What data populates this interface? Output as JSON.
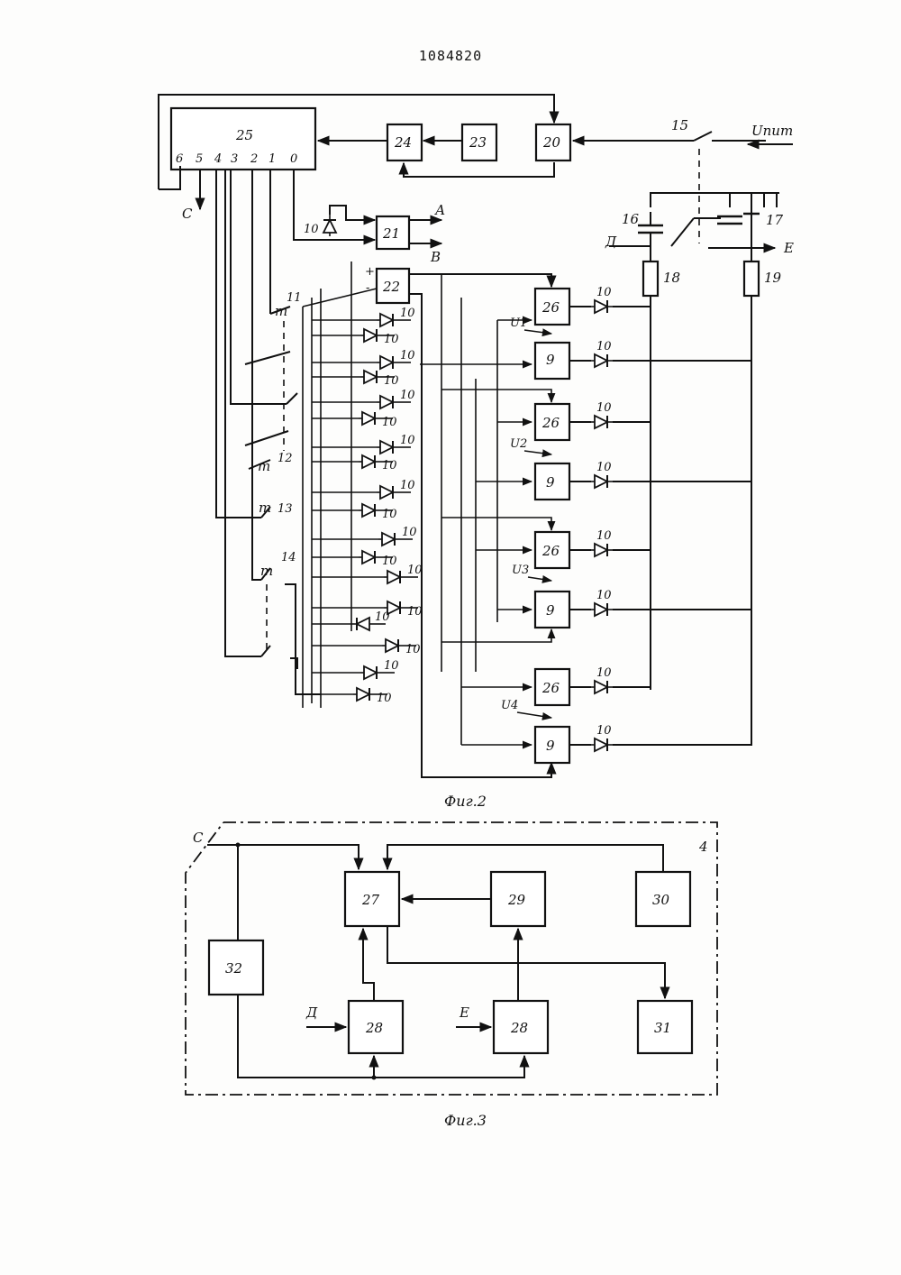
{
  "patent_number": "1084820",
  "fig2": {
    "caption": "Фиг.2",
    "block_25": {
      "label": "25",
      "pins": [
        "6",
        "5",
        "4",
        "3",
        "2",
        "1",
        "0"
      ]
    },
    "blocks_top": [
      "24",
      "23",
      "20",
      "21",
      "22"
    ],
    "switch_15": "15",
    "supply_label": "Uпит",
    "elements": [
      "16",
      "17",
      "18",
      "19"
    ],
    "diode_label": "10",
    "keys": [
      "11",
      "12",
      "13",
      "14"
    ],
    "signals": {
      "c": "С",
      "a": "А",
      "b": "В",
      "d": "Д",
      "e": "Е",
      "plus": "+",
      "minus": "-"
    },
    "blocks_26": "26",
    "blocks_9": "9",
    "voltages": [
      "U1",
      "U2",
      "U3",
      "U4"
    ]
  },
  "fig3": {
    "caption": "Фиг.3",
    "frame_label": "4",
    "blocks": [
      "27",
      "29",
      "30",
      "32",
      "28",
      "28",
      "31"
    ],
    "inputs": {
      "c": "С",
      "d": "Д",
      "e": "Е"
    }
  }
}
